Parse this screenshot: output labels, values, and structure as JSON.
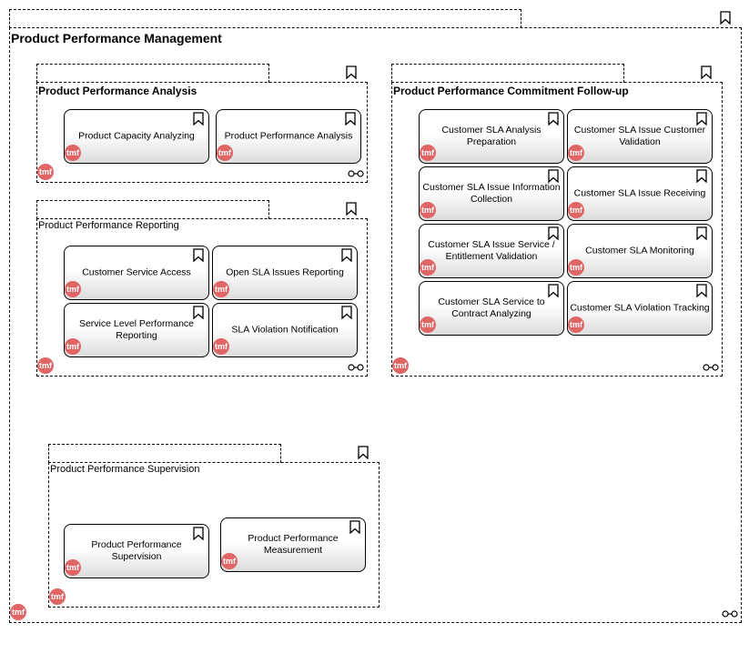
{
  "diagram": {
    "title": "Product Performance Management",
    "tmf_label": "tmf",
    "colors": {
      "tmf_badge": "#e06666",
      "box_gradient_end": "#dcdcdc"
    },
    "groups": {
      "analysis": {
        "title": "Product Performance Analysis",
        "items": [
          "Product Capacity Analyzing",
          "Product Performance Analysis"
        ]
      },
      "commitment": {
        "title": "Product Performance Commitment Follow-up",
        "items": [
          "Customer SLA Analysis Preparation",
          "Customer SLA Issue Customer Validation",
          "Customer SLA Issue Information Collection",
          "Customer SLA Issue Receiving",
          "Customer SLA Issue Service / Entitlement Validation",
          "Customer SLA Monitoring",
          "Customer SLA Service to Contract Analyzing",
          "Customer SLA Violation Tracking"
        ]
      },
      "reporting": {
        "title": "Product Performance Reporting",
        "items": [
          "Customer Service Access",
          "Open SLA Issues Reporting",
          "Service Level Performance Reporting",
          "SLA Violation Notification"
        ]
      },
      "supervision": {
        "title": "Product Performance Supervision",
        "items": [
          "Product Performance Supervision",
          "Product Performance Measurement"
        ]
      }
    }
  }
}
